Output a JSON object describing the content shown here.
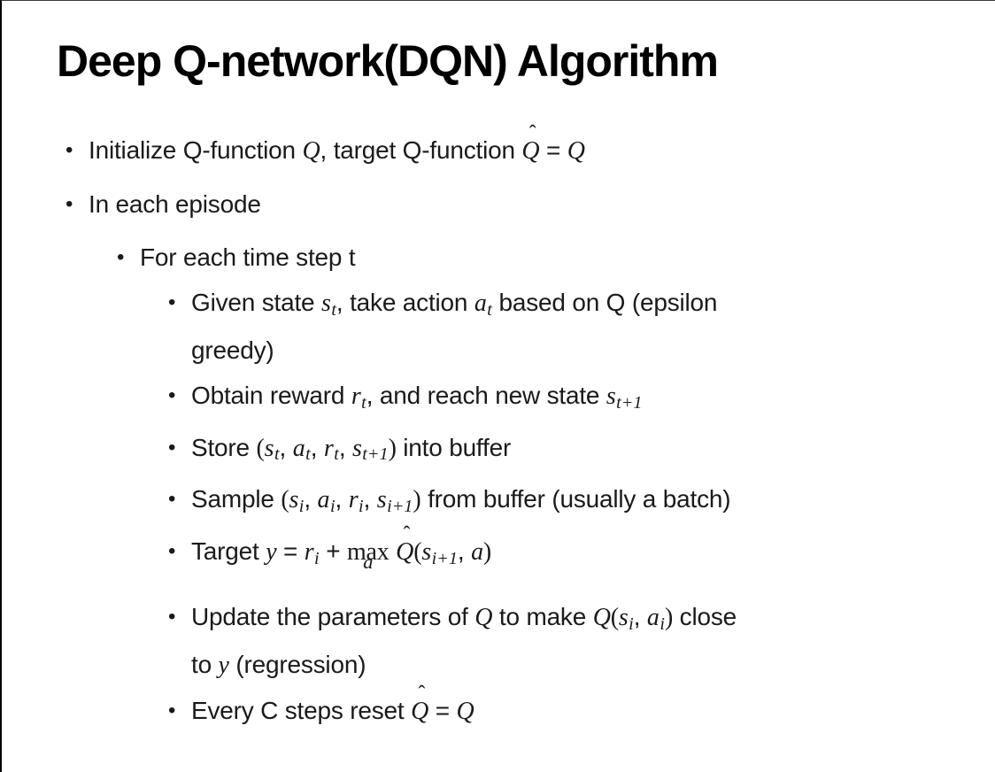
{
  "slide": {
    "title": "Deep Q-network(DQN) Algorithm",
    "bullet_char": "•",
    "colors": {
      "background": "#ffffff",
      "title_text": "#000000",
      "body_text": "#1a1a1a",
      "border": "#000000"
    }
  },
  "bullets": [
    {
      "level": 1,
      "lines": [
        [
          {
            "t": "p",
            "v": "Initialize Q-function "
          },
          {
            "t": "m",
            "v": "Q"
          },
          {
            "t": "p",
            "v": ", target Q-function "
          },
          {
            "t": "mhat",
            "v": "Q"
          },
          {
            "t": "p",
            "v": " = "
          },
          {
            "t": "m",
            "v": "Q"
          }
        ]
      ]
    },
    {
      "level": 1,
      "lines": [
        [
          {
            "t": "p",
            "v": "In each episode"
          }
        ]
      ]
    },
    {
      "level": 2,
      "lines": [
        [
          {
            "t": "p",
            "v": "For each time step t"
          }
        ]
      ]
    },
    {
      "level": 3,
      "lines": [
        [
          {
            "t": "p",
            "v": "Given state "
          },
          {
            "t": "msub",
            "v": "s",
            "sub": "t"
          },
          {
            "t": "p",
            "v": ", take action "
          },
          {
            "t": "msub",
            "v": "a",
            "sub": "t"
          },
          {
            "t": "p",
            "v": " based on Q (epsilon"
          }
        ],
        [
          {
            "t": "p",
            "v": "greedy)"
          }
        ]
      ]
    },
    {
      "level": 3,
      "lines": [
        [
          {
            "t": "p",
            "v": "Obtain reward "
          },
          {
            "t": "msub",
            "v": "r",
            "sub": "t"
          },
          {
            "t": "p",
            "v": ", and reach new state "
          },
          {
            "t": "msub",
            "v": "s",
            "sub": "t+1"
          }
        ]
      ]
    },
    {
      "level": 3,
      "lines": [
        [
          {
            "t": "p",
            "v": "Store "
          },
          {
            "t": "d",
            "v": "("
          },
          {
            "t": "msub",
            "v": "s",
            "sub": "t"
          },
          {
            "t": "p",
            "v": ", "
          },
          {
            "t": "msub",
            "v": "a",
            "sub": "t"
          },
          {
            "t": "p",
            "v": ", "
          },
          {
            "t": "msub",
            "v": "r",
            "sub": "t"
          },
          {
            "t": "p",
            "v": ", "
          },
          {
            "t": "msub",
            "v": "s",
            "sub": "t+1"
          },
          {
            "t": "d",
            "v": ")"
          },
          {
            "t": "p",
            "v": " into buffer"
          }
        ]
      ]
    },
    {
      "level": 3,
      "lines": [
        [
          {
            "t": "p",
            "v": "Sample "
          },
          {
            "t": "d",
            "v": "("
          },
          {
            "t": "msub",
            "v": "s",
            "sub": "i"
          },
          {
            "t": "p",
            "v": ", "
          },
          {
            "t": "msub",
            "v": "a",
            "sub": "i"
          },
          {
            "t": "p",
            "v": ", "
          },
          {
            "t": "msub",
            "v": "r",
            "sub": "i"
          },
          {
            "t": "p",
            "v": ", "
          },
          {
            "t": "msub",
            "v": "s",
            "sub": "i+1"
          },
          {
            "t": "d",
            "v": ")"
          },
          {
            "t": "p",
            "v": " from buffer (usually a batch)"
          }
        ]
      ]
    },
    {
      "level": 3,
      "lines": [
        [
          {
            "t": "p",
            "v": "Target "
          },
          {
            "t": "m",
            "v": "y"
          },
          {
            "t": "p",
            "v": " = "
          },
          {
            "t": "msub",
            "v": "r",
            "sub": "i"
          },
          {
            "t": "p",
            "v": " + "
          },
          {
            "t": "max",
            "v": "max",
            "under": "a"
          },
          {
            "t": "p",
            "v": " "
          },
          {
            "t": "mhat",
            "v": "Q"
          },
          {
            "t": "d",
            "v": "("
          },
          {
            "t": "msub",
            "v": "s",
            "sub": "i+1"
          },
          {
            "t": "p",
            "v": ", "
          },
          {
            "t": "m",
            "v": "a"
          },
          {
            "t": "d",
            "v": ")"
          }
        ]
      ]
    },
    {
      "level": 3,
      "lines": [
        [
          {
            "t": "p",
            "v": "Update the parameters of "
          },
          {
            "t": "m",
            "v": "Q"
          },
          {
            "t": "p",
            "v": " to make "
          },
          {
            "t": "m",
            "v": "Q"
          },
          {
            "t": "d",
            "v": "("
          },
          {
            "t": "msub",
            "v": "s",
            "sub": "i"
          },
          {
            "t": "p",
            "v": ", "
          },
          {
            "t": "msub",
            "v": "a",
            "sub": "i"
          },
          {
            "t": "d",
            "v": ")"
          },
          {
            "t": "p",
            "v": " close"
          }
        ],
        [
          {
            "t": "p",
            "v": "to "
          },
          {
            "t": "m",
            "v": "y"
          },
          {
            "t": "p",
            "v": " (regression)"
          }
        ]
      ]
    },
    {
      "level": 3,
      "lines": [
        [
          {
            "t": "p",
            "v": "Every C steps reset "
          },
          {
            "t": "mhat",
            "v": "Q"
          },
          {
            "t": "p",
            "v": " = "
          },
          {
            "t": "m",
            "v": "Q"
          }
        ]
      ]
    }
  ]
}
